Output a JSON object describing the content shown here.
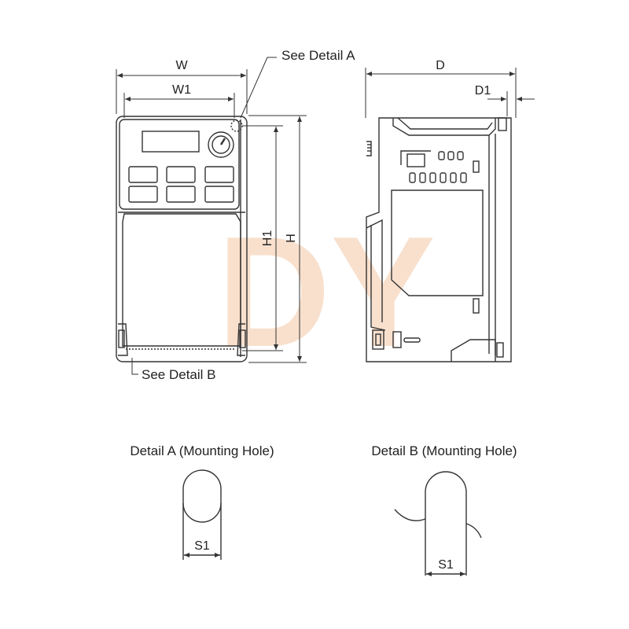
{
  "labels": {
    "W": "W",
    "W1": "W1",
    "D": "D",
    "D1": "D1",
    "H": "H",
    "H1": "H1",
    "detail_a_callout": "See Detail A",
    "detail_b_callout": "See Detail B",
    "detail_a_title": "Detail A (Mounting Hole)",
    "detail_b_title": "Detail B (Mounting Hole)",
    "s1_a": "S1",
    "s1_b": "S1"
  },
  "watermark": {
    "text": "DY",
    "color": "#f4c8a6"
  },
  "colors": {
    "line": "#333333",
    "text": "#222222"
  }
}
